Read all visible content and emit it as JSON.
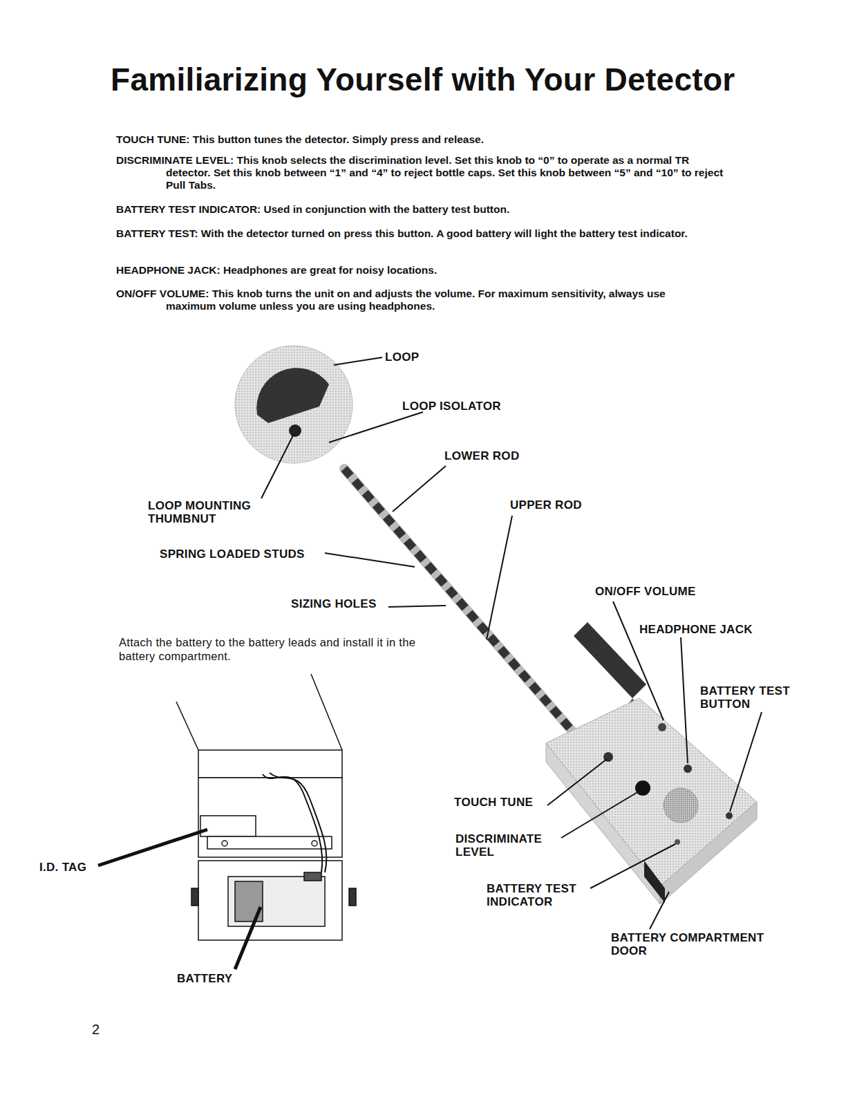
{
  "diagram": {
    "title": "Familiarizing Yourself with Your Detector",
    "labels": [
      "TOUCH TUNE: This button tunes the detector. Simply press and release.",
      "DISCRIMINATE LEVEL: This knob selects the discrimination level. Set this knob to “0” to operate as a normal TR detector. Set this knob between “1” and “4” to reject bottle caps. Set this knob between “5” and “10” to reject Pull Tabs.",
      "BATTERY TEST INDICATOR: Used in conjunction with the battery test button.",
      "BATTERY TEST: With the detector turned on press this button. A good battery will light the battery test indicator.",
      "HEADPHONE JACK: Headphones are great for noisy locations.",
      "ON/OFF VOLUME: This knob turns the unit on and adjusts the volume. For maximum sensitivity, always use maximum volume unless you are using headphones.",
      "LOOP",
      "LOOP ISOLATOR",
      "LOWER ROD",
      "LOOP MOUNTING THUMBNUT",
      "UPPER ROD",
      "SPRING LOADED STUDS",
      "SIZING HOLES",
      "Attach the battery to the battery leads and install it in the battery compartment.",
      "ON/OFF VOLUME",
      "HEADPHONE JACK",
      "BATTERY TEST BUTTON",
      "TOUCH TUNE",
      "DISCRIMINATE LEVEL",
      "BATTERY TEST INDICATOR",
      "BATTERY COMPARTMENT DOOR",
      "I.D. TAG",
      "BATTERY",
      "2"
    ]
  }
}
